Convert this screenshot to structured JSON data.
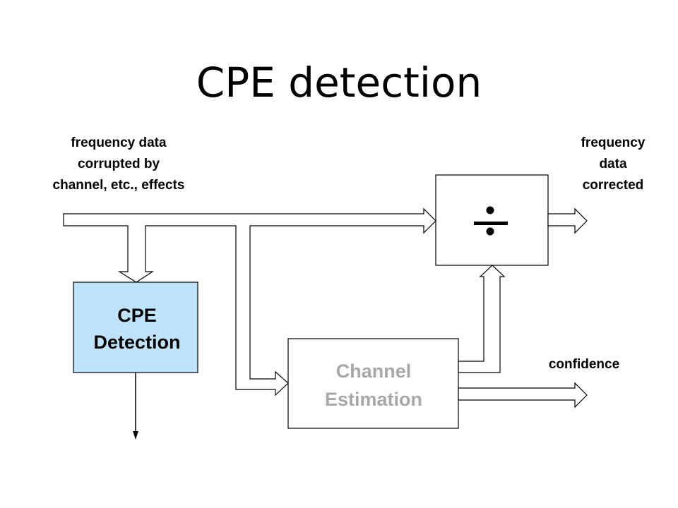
{
  "title": "CPE detection",
  "input_label": [
    "frequency data",
    "corrupted by",
    "channel, etc., effects"
  ],
  "output_label": [
    "frequency",
    "data",
    "corrected"
  ],
  "confidence_label": "confidence",
  "cpe_block": [
    "CPE",
    "Detection"
  ],
  "channel_block": [
    "Channel",
    "Estimation"
  ],
  "divide_symbol": "÷",
  "colors": {
    "cpe_fill": "#bfe3fa",
    "channel_text": "#a8a8a8",
    "line": "#000000"
  }
}
